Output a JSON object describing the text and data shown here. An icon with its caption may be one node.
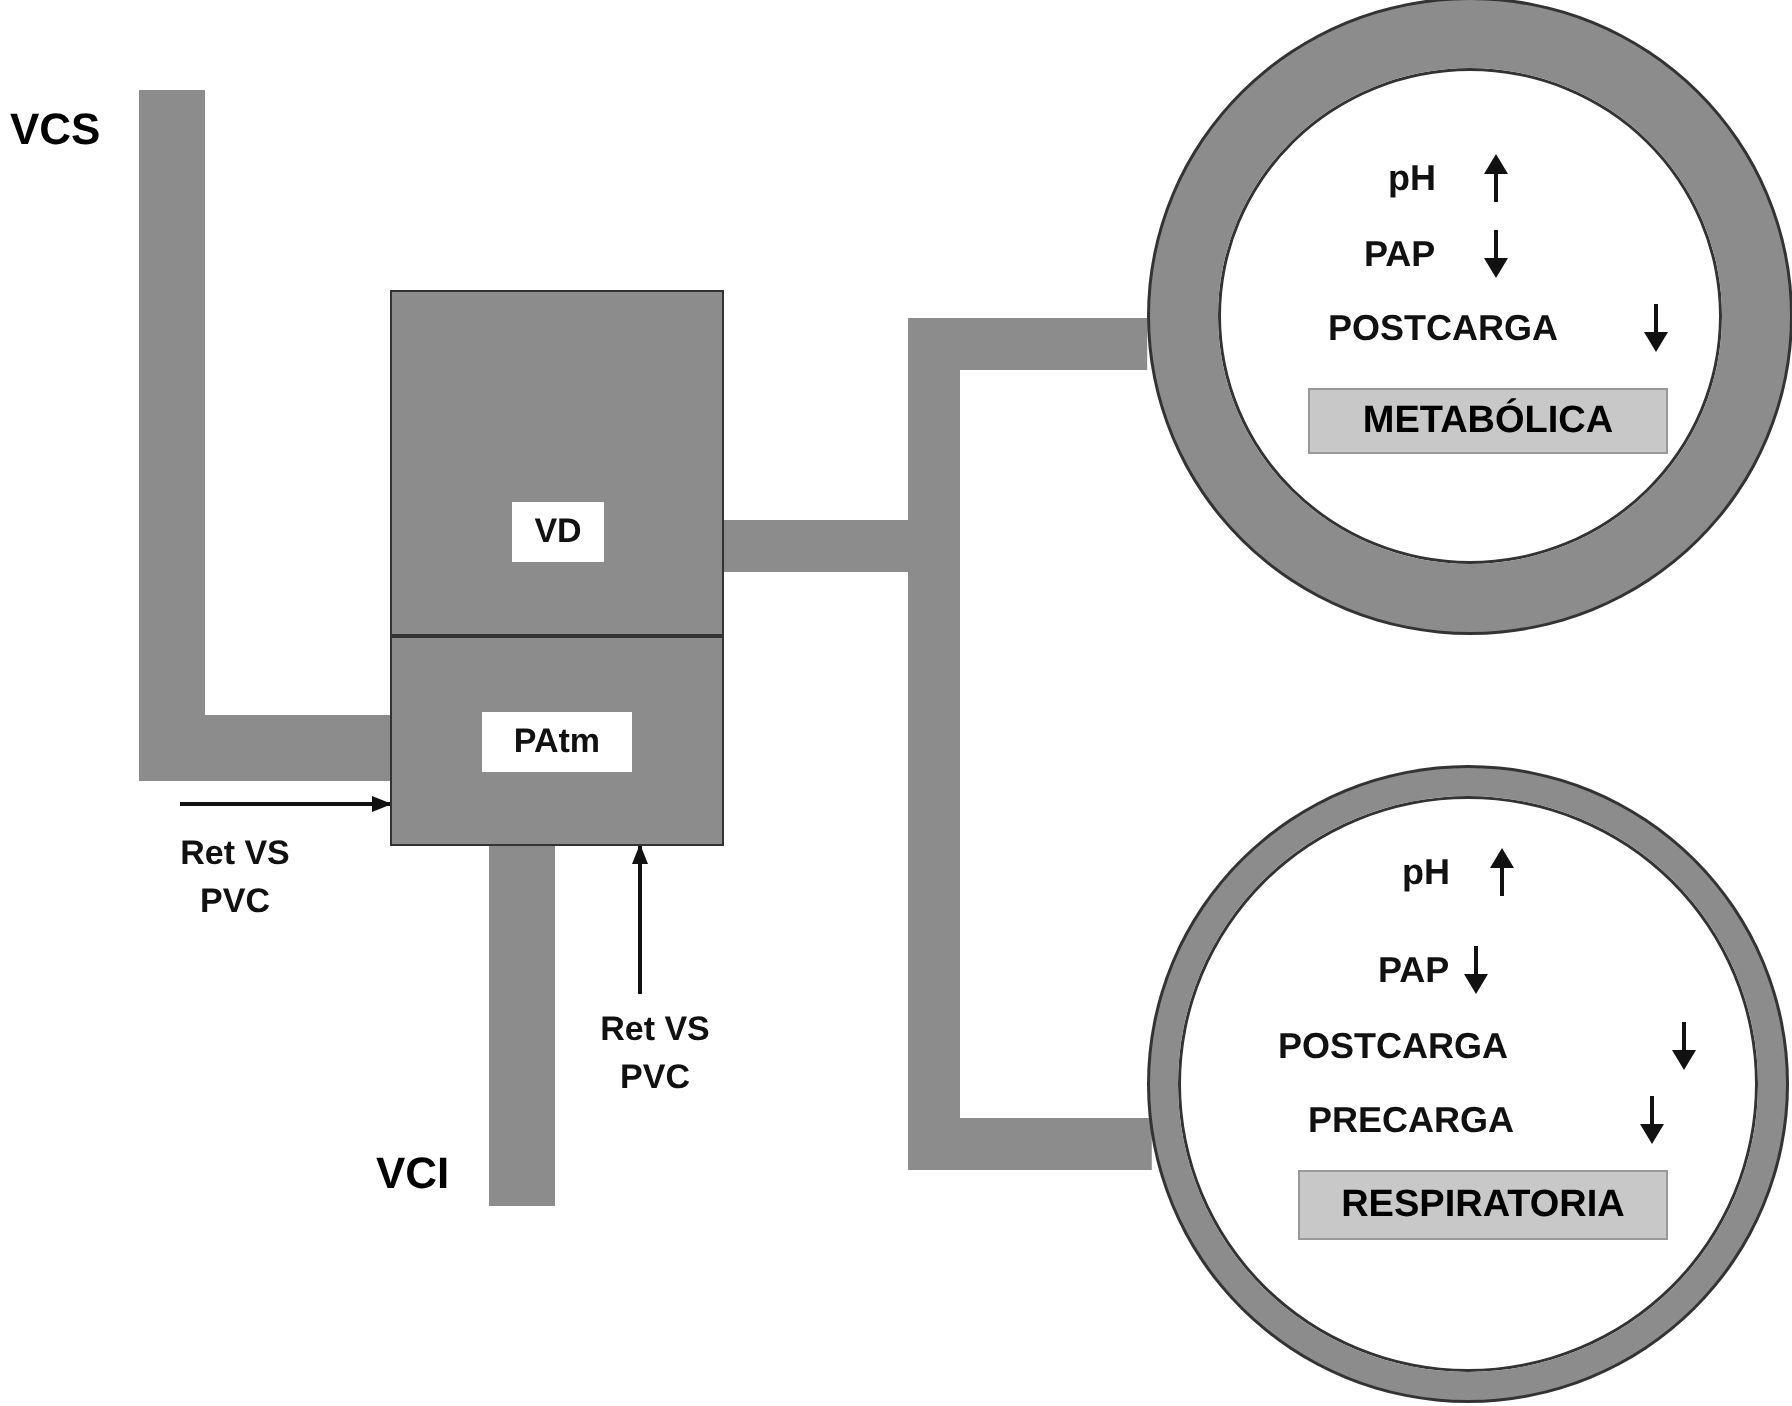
{
  "diagram": {
    "nodes": [
      {
        "text": [
          "VCS"
        ]
      },
      {
        "text": [
          "VD"
        ]
      },
      {
        "text": [
          "PAtm"
        ]
      },
      {
        "text": [
          "pH",
          "PAP",
          "POSTCARGA"
        ]
      },
      {
        "text": [
          "METABÓLICA"
        ],
        "in": 3
      },
      {
        "text": [
          "pH",
          "PAP",
          "POSTCARGA",
          "PRECARGA"
        ]
      },
      {
        "text": [
          "RESPIRATORIA"
        ],
        "in": 5
      },
      {
        "text": [
          "VCI"
        ]
      }
    ],
    "edges": [
      {
        "from": 0,
        "to": 2,
        "arrow": "none"
      },
      {
        "from": 7,
        "to": 2,
        "arrow": "none"
      },
      {
        "from": 1,
        "to": 3,
        "arrow": "none"
      },
      {
        "from": 1,
        "to": 5,
        "arrow": "none"
      },
      {
        "from": null,
        "to": 2,
        "arrow": "to",
        "label": "Ret VS PVC",
        "color": "#111111"
      },
      {
        "from": null,
        "to": 2,
        "arrow": "to",
        "label": "Ret VS PVC",
        "color": "#111111"
      }
    ]
  }
}
